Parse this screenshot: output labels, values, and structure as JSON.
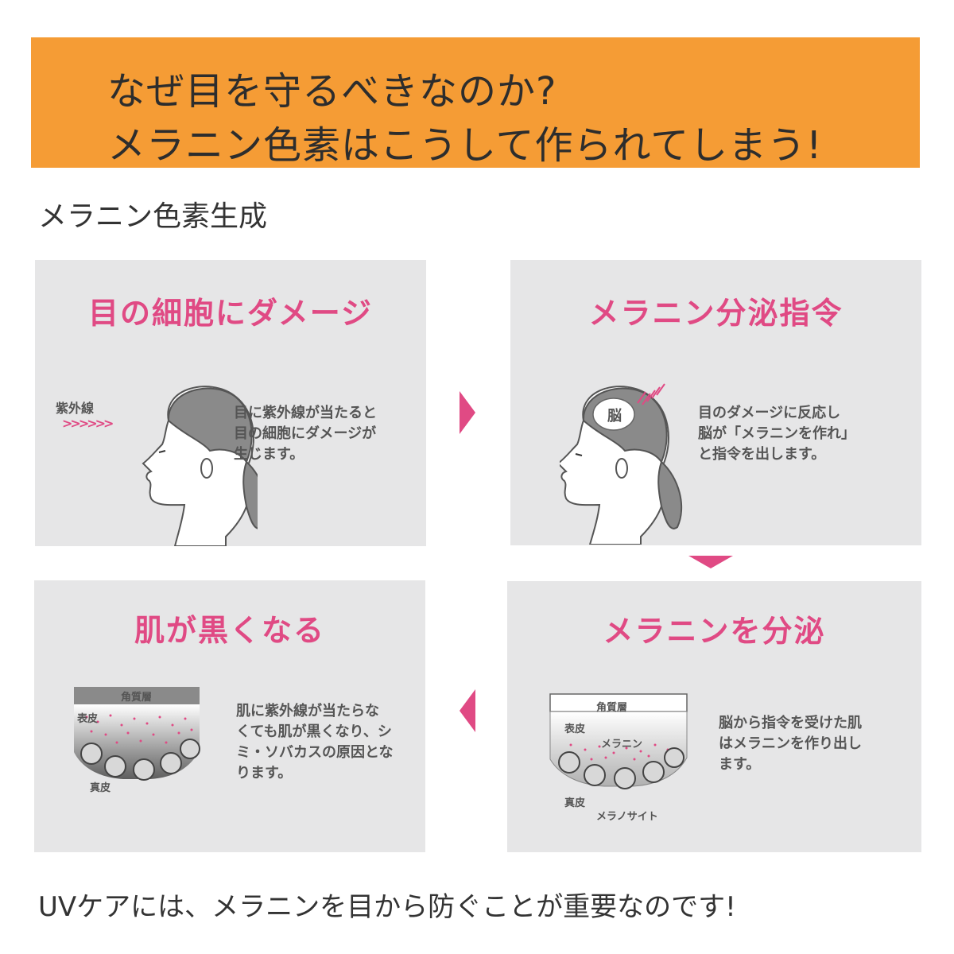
{
  "header": {
    "line1": "なぜ目を守るべきなのか?",
    "line2": "メラニン色素はこうして作られてしまう!",
    "bg_color": "#f59c35"
  },
  "section_title": "メラニン色素生成",
  "accent_color": "#e04a84",
  "steps": [
    {
      "title": "目の細胞にダメージ",
      "desc_lines": [
        "目に紫外線が当たると",
        "目の細胞にダメージが",
        "生じます。"
      ],
      "labels": {
        "uv": "紫外線",
        "uv_arrows": ">>>>>>"
      }
    },
    {
      "title": "メラニン分泌指令",
      "desc_lines": [
        "目のダメージに反応し",
        "脳が「メラニンを作れ」",
        "と指令を出します。"
      ],
      "labels": {
        "brain": "脳"
      }
    },
    {
      "title": "メラニンを分泌",
      "desc_lines": [
        "脳から指令を受けた肌",
        "はメラニンを作り出し",
        "ます。"
      ],
      "labels": {
        "stratum": "角質層",
        "epidermis": "表皮",
        "melanin": "メラニン",
        "dermis": "真皮",
        "melanocyte": "メラノサイト"
      }
    },
    {
      "title": "肌が黒くなる",
      "desc_lines": [
        "肌に紫外線が当たらな",
        "くても肌が黒くなり、シ",
        "ミ・ソバカスの原因とな",
        "ります。"
      ],
      "labels": {
        "stratum": "角質層",
        "epidermis": "表皮",
        "dermis": "真皮"
      }
    }
  ],
  "footer": "UVケアには、メラニンを目から防ぐことが重要なのです!"
}
